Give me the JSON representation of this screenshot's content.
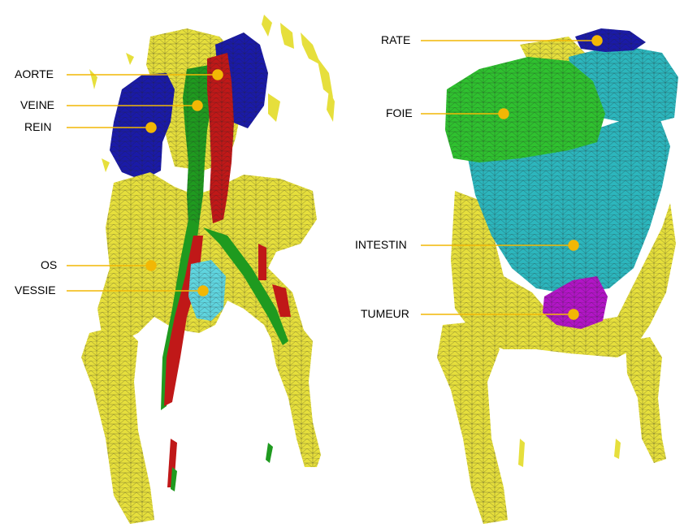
{
  "left_panel": {
    "labels": {
      "aorte": "AORTE",
      "veine": "VEINE",
      "rein": "REIN",
      "os": "OS",
      "vessie": "VESSIE"
    }
  },
  "right_panel": {
    "labels": {
      "rate": "RATE",
      "foie": "FOIE",
      "intestin": "INTESTIN",
      "tumeur": "TUMEUR"
    }
  },
  "colors": {
    "bone": "#e6df3c",
    "kidney_spleen": "#1a1aa8",
    "artery": "#c01818",
    "vein": "#1f9a1f",
    "liver": "#2fc12f",
    "intestine": "#2cb6bd",
    "bladder": "#5fd5df",
    "tumor": "#b215c6",
    "leader": "#f2b705",
    "mesh": "#222222"
  }
}
